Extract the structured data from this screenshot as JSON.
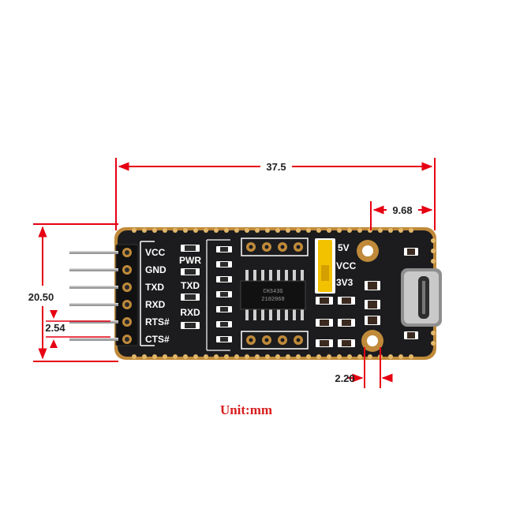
{
  "dimensions": {
    "total_length": "37.5",
    "usb_offset": "9.68",
    "total_height": "20.50",
    "pin_pitch": "2.54",
    "hole_diameter": "2.20"
  },
  "header_pins": [
    {
      "label": "VCC"
    },
    {
      "label": "GND"
    },
    {
      "label": "TXD"
    },
    {
      "label": "RXD"
    },
    {
      "label": "RTS#"
    },
    {
      "label": "CTS#"
    }
  ],
  "leds": {
    "pwr": "PWR",
    "txd": "TXD",
    "rxd": "RXD"
  },
  "jumper": {
    "top": "5V",
    "middle": "VCC",
    "bottom": "3V3"
  },
  "chip": {
    "line1": "CH343G",
    "line2": "2102068"
  },
  "unit_label": "Unit:mm",
  "colors": {
    "dimension": "#e60012",
    "board": "#1c1c1e",
    "edge": "#b07a2a",
    "jumper": "#f2c200",
    "unit_text": "#d81e1e"
  }
}
